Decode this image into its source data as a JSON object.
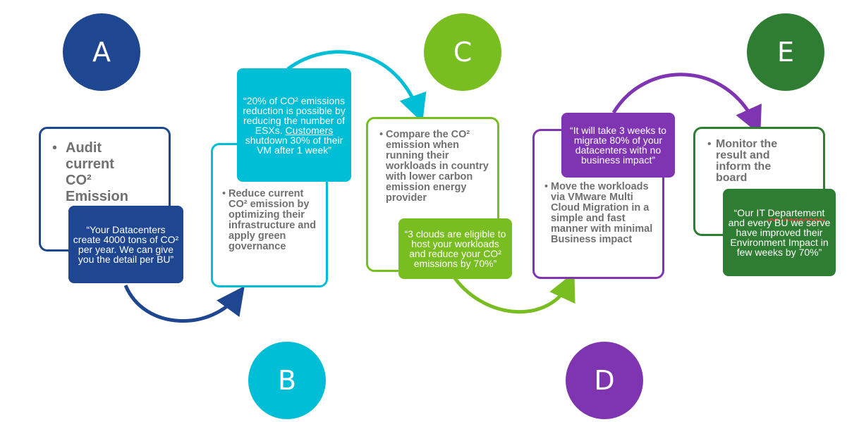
{
  "steps": [
    {
      "letter": "A",
      "color": "#1f4690",
      "bullet": "Audit current CO² Emission",
      "quote": "“Your Datacenters create 4000 tons of CO² per year. We can give you the detail per BU”"
    },
    {
      "letter": "B",
      "color": "#00bed6",
      "bullet": "Reduce current CO² emission by optimizing their infrastructure and apply green governance",
      "quote_part1": "“20% of CO² emissions reduction is possible by reducing the number of ESXs. ",
      "quote_underlined": "Customers",
      "quote_part2": " shutdown 30% of their VM after 1 week”"
    },
    {
      "letter": "C",
      "color": "#78be20",
      "bullet": "Compare the CO² emission when running their workloads in country with lower carbon emission energy provider",
      "quote": "“3 clouds are eligible to host your workloads and reduce your CO² emissions by 70%”"
    },
    {
      "letter": "D",
      "color": "#7f35b2",
      "bullet": "Move the workloads via VMware Multi Cloud Migration in a simple and fast manner with minimal Business impact",
      "quote": "“It will take 3 weeks to migrate 80% of your datacenters with no business impact”"
    },
    {
      "letter": "E",
      "color": "#2e7d32",
      "bullet": "Monitor the result and inform the board",
      "quote_part1": "“Our IT ",
      "quote_underlined": "Departement",
      "quote_part2": " and every BU we serve have improved their Environment Impact in few weeks by 70%”"
    }
  ]
}
